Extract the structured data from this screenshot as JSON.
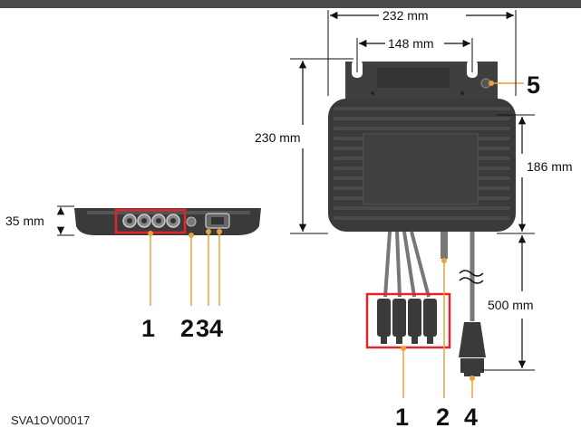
{
  "dimensions": {
    "overall_width": "232 mm",
    "mount_spacing": "148 mm",
    "overall_height": "230 mm",
    "body_height": "186 mm",
    "thickness": "35 mm",
    "cable_length": "500 mm"
  },
  "callouts": {
    "side_1": "1",
    "side_2": "2",
    "side_34": "34",
    "front_1": "1",
    "front_2": "2",
    "front_4": "4",
    "front_5": "5"
  },
  "figure_code": "SVA1OV00017",
  "colors": {
    "accent": "#E8A23A",
    "highlight": "#E3242B",
    "device_fill": "#3a3a3a",
    "rib": "#4a4a4a",
    "top_bar": "#4a4a4a"
  }
}
